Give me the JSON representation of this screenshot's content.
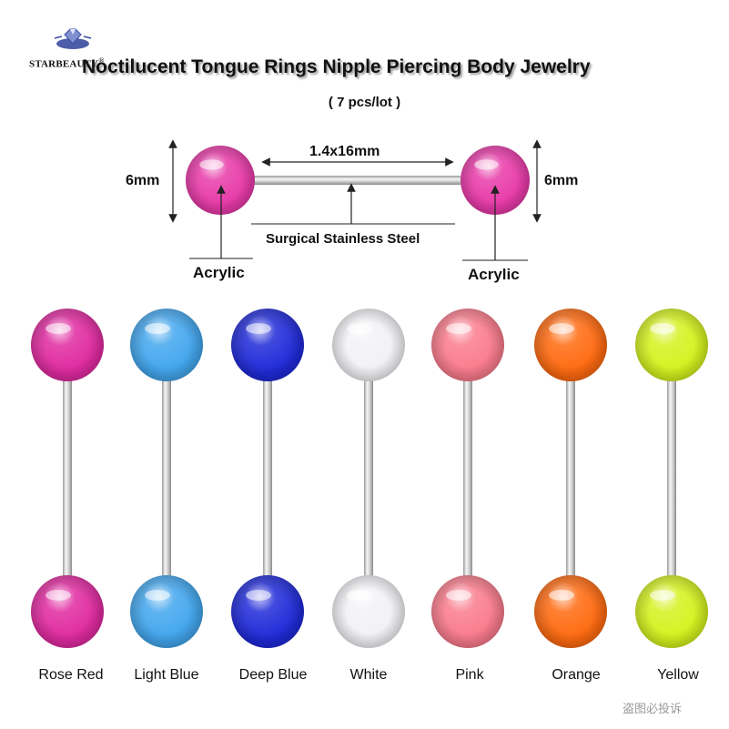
{
  "header": {
    "logo_text": "STARBEAUTY",
    "logo_registered": "®",
    "title": "Noctilucent Tongue Rings Nipple Piercing Body Jewelry",
    "subtitle": "( 7 pcs/lot )"
  },
  "diagram": {
    "bar_dimension": "1.4x16mm",
    "ball_left_size": "6mm",
    "ball_right_size": "6mm",
    "bar_material": "Surgical Stainless Steel",
    "ball_left_material": "Acrylic",
    "ball_right_material": "Acrylic",
    "ball_color": "#e83aa8"
  },
  "products": [
    {
      "name": "Rose Red",
      "color": "#e02aa0"
    },
    {
      "name": "Light Blue",
      "color": "#42a6ee"
    },
    {
      "name": "Deep Blue",
      "color": "#1f2ad8"
    },
    {
      "name": "White",
      "color": "#f2f2f6"
    },
    {
      "name": "Pink",
      "color": "#fa7b8c"
    },
    {
      "name": "Orange",
      "color": "#ff6a10"
    },
    {
      "name": "Yellow",
      "color": "#d4f21e"
    }
  ],
  "watermark": "盗图必投诉"
}
